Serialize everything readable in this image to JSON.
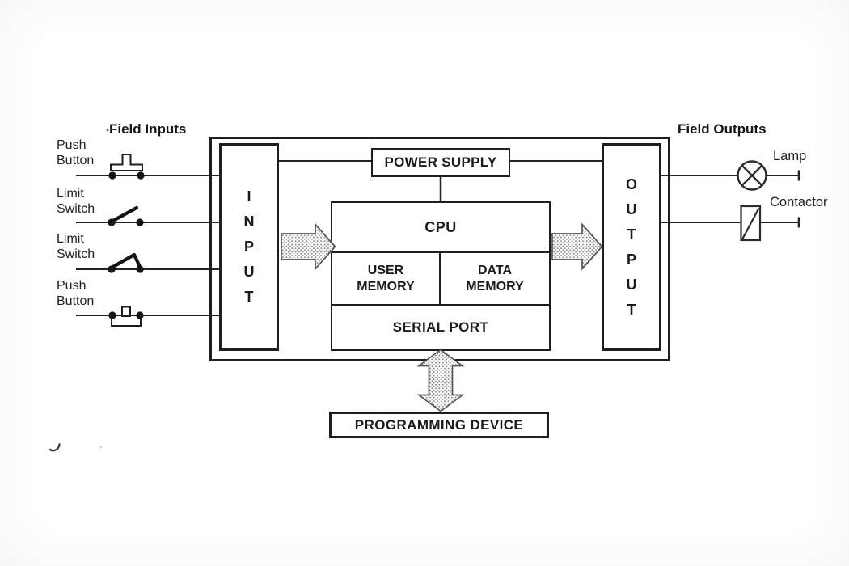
{
  "figure": {
    "type": "plc-block-diagram"
  },
  "headings": {
    "field_inputs": "Field Inputs",
    "field_outputs": "Field Outputs"
  },
  "field_inputs": [
    {
      "line1": "Push",
      "line2": "Button",
      "symbol": "push-button-normally-open"
    },
    {
      "line1": "Limit",
      "line2": "Switch",
      "symbol": "limit-switch-open"
    },
    {
      "line1": "Limit",
      "line2": "Switch",
      "symbol": "limit-switch-closed"
    },
    {
      "line1": "Push",
      "line2": "Button",
      "symbol": "push-button-normally-closed"
    }
  ],
  "field_outputs": [
    {
      "label": "Lamp",
      "symbol": "lamp"
    },
    {
      "label": "Contactor",
      "symbol": "contactor-coil"
    }
  ],
  "plc": {
    "input": "I N P U T",
    "output": "O U T P U T",
    "power_supply": "POWER SUPPLY",
    "cpu": "CPU",
    "user_memory": "USER MEMORY",
    "data_memory": "DATA MEMORY",
    "serial_port": "SERIAL PORT",
    "programming_device": "PROGRAMMING DEVICE"
  },
  "colors": {
    "line": "#242424",
    "box_border": "#1e1e1e",
    "arrow_outline": "#555555",
    "arrow_stipple": "#8f8f8f",
    "background": "#ffffff"
  }
}
